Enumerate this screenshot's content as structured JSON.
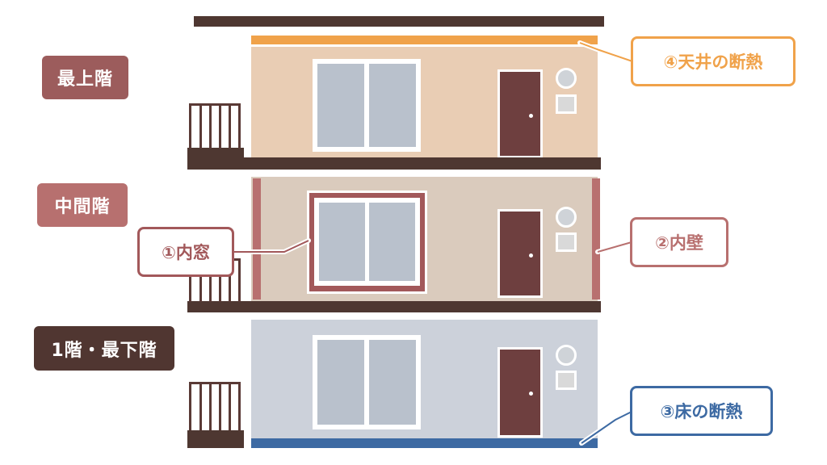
{
  "floors": {
    "top": "最上階",
    "middle": "中間階",
    "bottom": "1階・最下階"
  },
  "callouts": {
    "ceiling": "④天井の断熱",
    "inner_window": "①内窓",
    "inner_wall": "②内壁",
    "floor": "③床の断熱"
  },
  "colors": {
    "ceiling_insulation": "#f0a24a",
    "inner_window": "#a2585a",
    "inner_wall": "#b8706f",
    "floor_insulation": "#3d6aa3",
    "top_wall": "#e9cdb4",
    "middle_wall": "#dacbbd",
    "bottom_wall": "#ccd1da",
    "slab": "#4e3731",
    "label_top": "#9c5c5c",
    "label_middle": "#b7706f",
    "label_bottom": "#503631",
    "door": "#6e3f3f"
  }
}
